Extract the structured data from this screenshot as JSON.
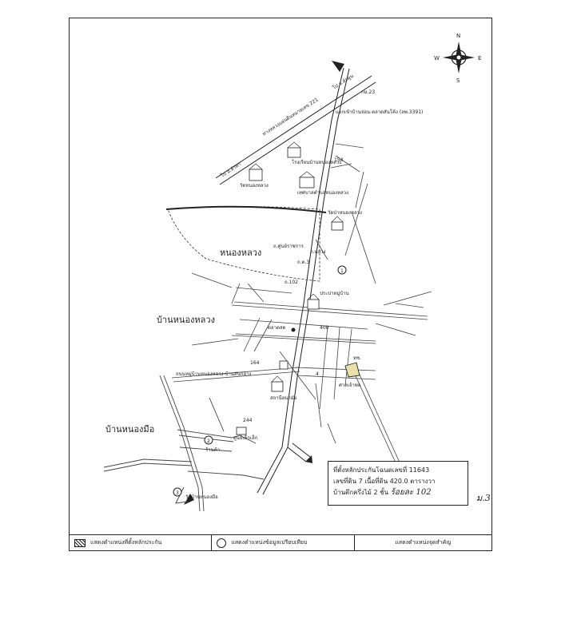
{
  "compass": {
    "n": "N",
    "s": "S",
    "e": "E",
    "w": "W"
  },
  "places": {
    "nong_luang_lake": "หนองหลวง",
    "ban_nong_luang": "บ้านหนองหลวง",
    "ban_nong_mue": "บ้านหนองมือ"
  },
  "roads": {
    "highway_2": "ทางหลวงแผ่นดินหมายเลข 221",
    "to_city": "ไป จ.ลำพูน",
    "to_other": "ไป อ.ลำทา",
    "junction": "แยกเข้าบ้านจ่อน-ตลาดสันโค้ง (ลพ.3391)",
    "village_road": "ถนนหมู่บ้านหนองหลวง-บ้านสันกลาง"
  },
  "small_labels": {
    "km_top": "กม.23",
    "school": "โรงเรียนบ้านหนองหลวง",
    "temple_left": "วัดหนองหลวง",
    "office": "เทศบาลตำบลหนองหลวง",
    "shrine": "ศาลเจ้าพ่อ",
    "market": "ตลาดสด",
    "health": "สถานีอนามัย",
    "water": "ประปาหมู่บ้าน",
    "temple_center": "วัดป่าหนองหลวง",
    "rd_1": "ถ.ศูนย์ราชการ",
    "rd_2": "ถ.หลวง",
    "kindergarten": "ศูนย์เด็กเล็ก",
    "temple_south": "วัดบ้านหนองมือ",
    "shop": "ร้านค้า",
    "km_center": "ถ.ต.3",
    "road_code_1": "ถ.102",
    "km_sign_1": "154",
    "km_sign_2": "164",
    "km_sign_3": "244",
    "km_sign_4": "ทช.",
    "lot_mark": "400",
    "m1": "1",
    "m2": "2",
    "m3": "3",
    "m4": "4"
  },
  "info_box": {
    "line1": "ที่ตั้งหลักประกันโฉนดเลขที่ 11643",
    "line2": "เลขที่ดิน 7 เนื้อที่ดิน 420.0 ตารางวา",
    "line3_prefix": "บ้านตึกครึ่งไม้ 2 ชั้น",
    "line3_hand": "ร้อยละ 102",
    "side_hand": "ม.3"
  },
  "legend": {
    "collateral": "แสดงตำแหน่งที่ตั้งหลักประกัน",
    "landmark": "แสดงตำแหน่งข้อมูลเปรียบเทียบ",
    "building": "แสดงตำแหน่งจุดสำคัญ"
  }
}
